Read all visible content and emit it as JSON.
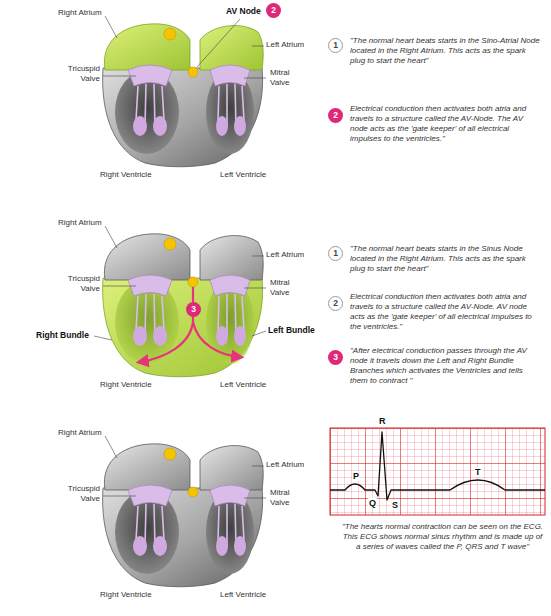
{
  "diagram": {
    "labels": [
      "Right Atrium",
      "AV Node",
      "2",
      "Left Atrium",
      "Tricuspid Valve",
      "Mitral Valve",
      "Right Ventricle",
      "Left Ventricle",
      "1",
      "\"The normal heart beats starts in the Sino-Atrial Node located in the Right Atrium. This acts as the spark plug to start the heart\"",
      "2",
      "Electrical conduction then activates both atria and travels to a structure called the AV-Node. The AV node acts as the 'gate keeper' of all electrical impulses to the ventricles.\"",
      "Right Atrium",
      "Left Atrium",
      "Tricuspid Valve",
      "Mitral Valve",
      "3",
      "Right Bundle",
      "Left Bundle",
      "Right Ventricle",
      "Left Ventricle",
      "1",
      "\"The normal heart beats starts in the Sinus Node located in the Right Atrium. This acts as the spark plug to start the heart\"",
      "2",
      "Electrical conduction then activates both atria and travels to a structure called the AV-Node. AV node acts as the 'gate keeper' of all electrical impulses to the ventricles.\"",
      "3",
      "\"After electrical conduction passes through the AV node it travels down the Left and Right Bundle Branches which activates the Ventricles and tells them to contract \"",
      "Right Atrium",
      "Left Atrium",
      "Tricuspid Valve",
      "Mitral Valve",
      "Right Ventricle",
      "Left Ventricle",
      "R",
      "P",
      "Q",
      "S",
      "T",
      "\"The hearts normal contraction can be seen on the ECG. This ECG shows normal sinus rhythm and is made up of a series of waves called the P, QRS and T wave\""
    ]
  }
}
